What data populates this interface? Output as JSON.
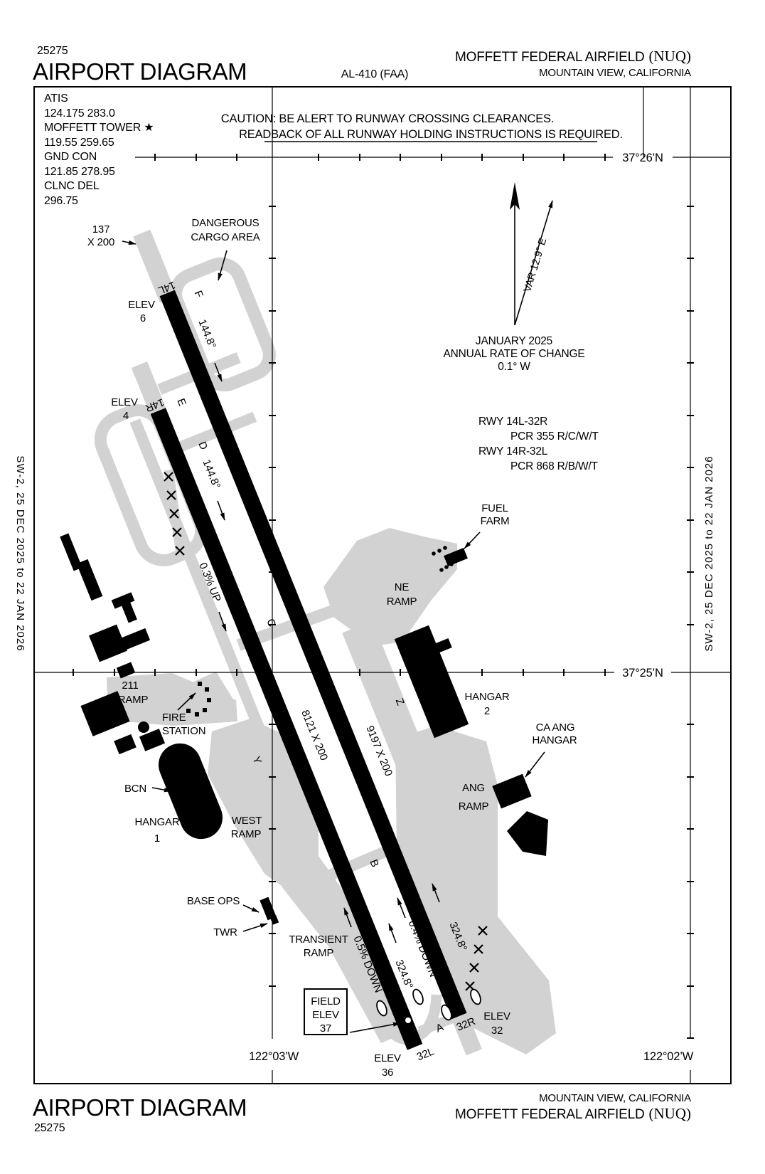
{
  "page": {
    "chart_code": "25275",
    "title": "AIRPORT DIAGRAM",
    "procedure_id": "AL-410 (FAA)",
    "airport_name": "MOFFETT FEDERAL AIRFIELD",
    "airport_id": "(NUQ)",
    "city": "MOUNTAIN VIEW, CALIFORNIA",
    "edition": "SW-2,  25 DEC 2025  to  22 JAN 2026"
  },
  "comms": {
    "l1": "ATIS",
    "l2": "124.175  283.0",
    "l3": "MOFFETT TOWER ★",
    "l4": "119.55  259.65",
    "l5": "GND CON",
    "l6": "121.85  278.95",
    "l7": "CLNC DEL",
    "l8": "296.75"
  },
  "caution": {
    "l1": "CAUTION: BE ALERT TO RUNWAY CROSSING CLEARANCES.",
    "l2": "READBACK OF ALL RUNWAY HOLDING INSTRUCTIONS IS REQUIRED."
  },
  "compass": {
    "var": "VAR 12.9° E",
    "date": "JANUARY 2025",
    "rate1": "ANNUAL RATE OF CHANGE",
    "rate2": "0.1° W"
  },
  "pcr": {
    "l1": "RWY 14L-32R",
    "l2": "PCR 355 R/C/W/T",
    "l3": "RWY 14R-32L",
    "l4": "PCR 868 R/B/W/T"
  },
  "grid": {
    "lat_n": "37°26’N",
    "lat_s": "37°25’N",
    "lon_w": "122°03’W",
    "lon_e": "122°02’W"
  },
  "runways": {
    "rwy_14l": "14L",
    "rwy_14r": "14R",
    "rwy_32l": "32L",
    "rwy_32r": "32R",
    "dim_14l32r": "9197 X 200",
    "dim_14r32l": "8121 X 200",
    "dim_overrun": [
      "137",
      "X 200"
    ],
    "brg_14": "144.8°",
    "brg_32": "324.8°",
    "grad_up": "0.3% UP",
    "grad_05": "0.5% DOWN",
    "grad_04": "0.4% DOWN",
    "elev_14l": [
      "ELEV",
      "6"
    ],
    "elev_14r": [
      "ELEV",
      "4"
    ],
    "elev_32l": [
      "ELEV",
      "36"
    ],
    "elev_32r": [
      "ELEV",
      "32"
    ],
    "field_elev": [
      "FIELD",
      "ELEV",
      "37"
    ]
  },
  "taxiways": {
    "a": "A",
    "b": "B",
    "c": "C",
    "d": "D",
    "e": "E",
    "f": "F",
    "y": "Y",
    "z": "Z"
  },
  "facilities": {
    "dangerous_cargo": [
      "DANGEROUS",
      "CARGO AREA"
    ],
    "fuel_farm": [
      "FUEL",
      "FARM"
    ],
    "ne_ramp": [
      "NE",
      "RAMP"
    ],
    "hangar2": [
      "HANGAR",
      "2"
    ],
    "ca_ang": [
      "CA ANG",
      "HANGAR"
    ],
    "ang_ramp": [
      "ANG",
      "RAMP"
    ],
    "ramp_211": [
      "211",
      "RAMP"
    ],
    "fire_station": [
      "FIRE",
      "STATION"
    ],
    "bcn": "BCN",
    "hangar1": [
      "HANGAR",
      "1"
    ],
    "west_ramp": [
      "WEST",
      "RAMP"
    ],
    "base_ops": "BASE OPS",
    "twr": "TWR",
    "transient_ramp": [
      "TRANSIENT",
      "RAMP"
    ]
  },
  "colors": {
    "taxiway": "#d2d2d2",
    "ink": "#000000"
  }
}
